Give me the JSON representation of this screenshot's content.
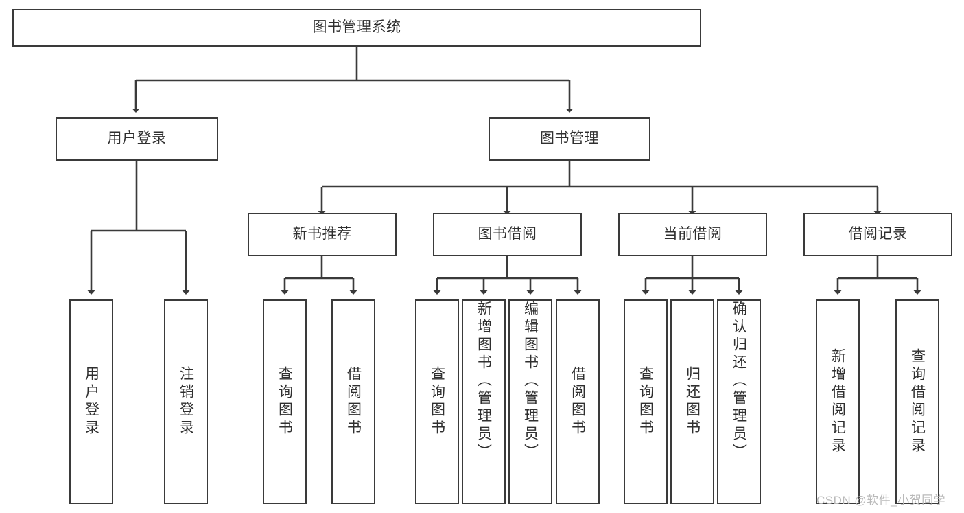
{
  "diagram": {
    "title": "图书管理系统",
    "type": "tree-hierarchy",
    "root": {
      "id": "root",
      "label": "图书管理系统"
    },
    "tier2": [
      {
        "id": "user-login",
        "label": "用户登录"
      },
      {
        "id": "book-management",
        "label": "图书管理"
      }
    ],
    "tier3": [
      {
        "id": "new-book-recommend",
        "label": "新书推荐",
        "parent": "book-management"
      },
      {
        "id": "book-borrow",
        "label": "图书借阅",
        "parent": "book-management"
      },
      {
        "id": "current-borrow",
        "label": "当前借阅",
        "parent": "book-management"
      },
      {
        "id": "borrow-record",
        "label": "借阅记录",
        "parent": "book-management"
      }
    ],
    "leaves": [
      {
        "id": "leaf-user-login",
        "label": "用户登录",
        "parent": "user-login"
      },
      {
        "id": "leaf-logout-login",
        "label": "注销登录",
        "parent": "user-login"
      },
      {
        "id": "leaf-query-book-1",
        "label": "查询图书",
        "parent": "new-book-recommend"
      },
      {
        "id": "leaf-borrow-book-1",
        "label": "借阅图书",
        "parent": "new-book-recommend"
      },
      {
        "id": "leaf-query-book-2",
        "label": "查询图书",
        "parent": "book-borrow"
      },
      {
        "id": "leaf-add-book",
        "label": "新增图书（管理员）",
        "parent": "book-borrow"
      },
      {
        "id": "leaf-edit-book",
        "label": "编辑图书（管理员）",
        "parent": "book-borrow"
      },
      {
        "id": "leaf-borrow-book-2",
        "label": "借阅图书",
        "parent": "book-borrow"
      },
      {
        "id": "leaf-query-book-3",
        "label": "查询图书",
        "parent": "current-borrow"
      },
      {
        "id": "leaf-return-book",
        "label": "归还图书",
        "parent": "current-borrow"
      },
      {
        "id": "leaf-confirm-return",
        "label": "确认归还（管理员）",
        "parent": "current-borrow"
      },
      {
        "id": "leaf-add-record",
        "label": "新增借阅记录",
        "parent": "borrow-record"
      },
      {
        "id": "leaf-query-record",
        "label": "查询借阅记录",
        "parent": "borrow-record"
      }
    ],
    "colors": {
      "stroke": "#3a3a3a",
      "fill": "#ffffff",
      "text": "#2f2f2f",
      "watermark": "#b9b9b9"
    }
  },
  "watermark": {
    "text": "CSDN @软件_小贺同学"
  }
}
